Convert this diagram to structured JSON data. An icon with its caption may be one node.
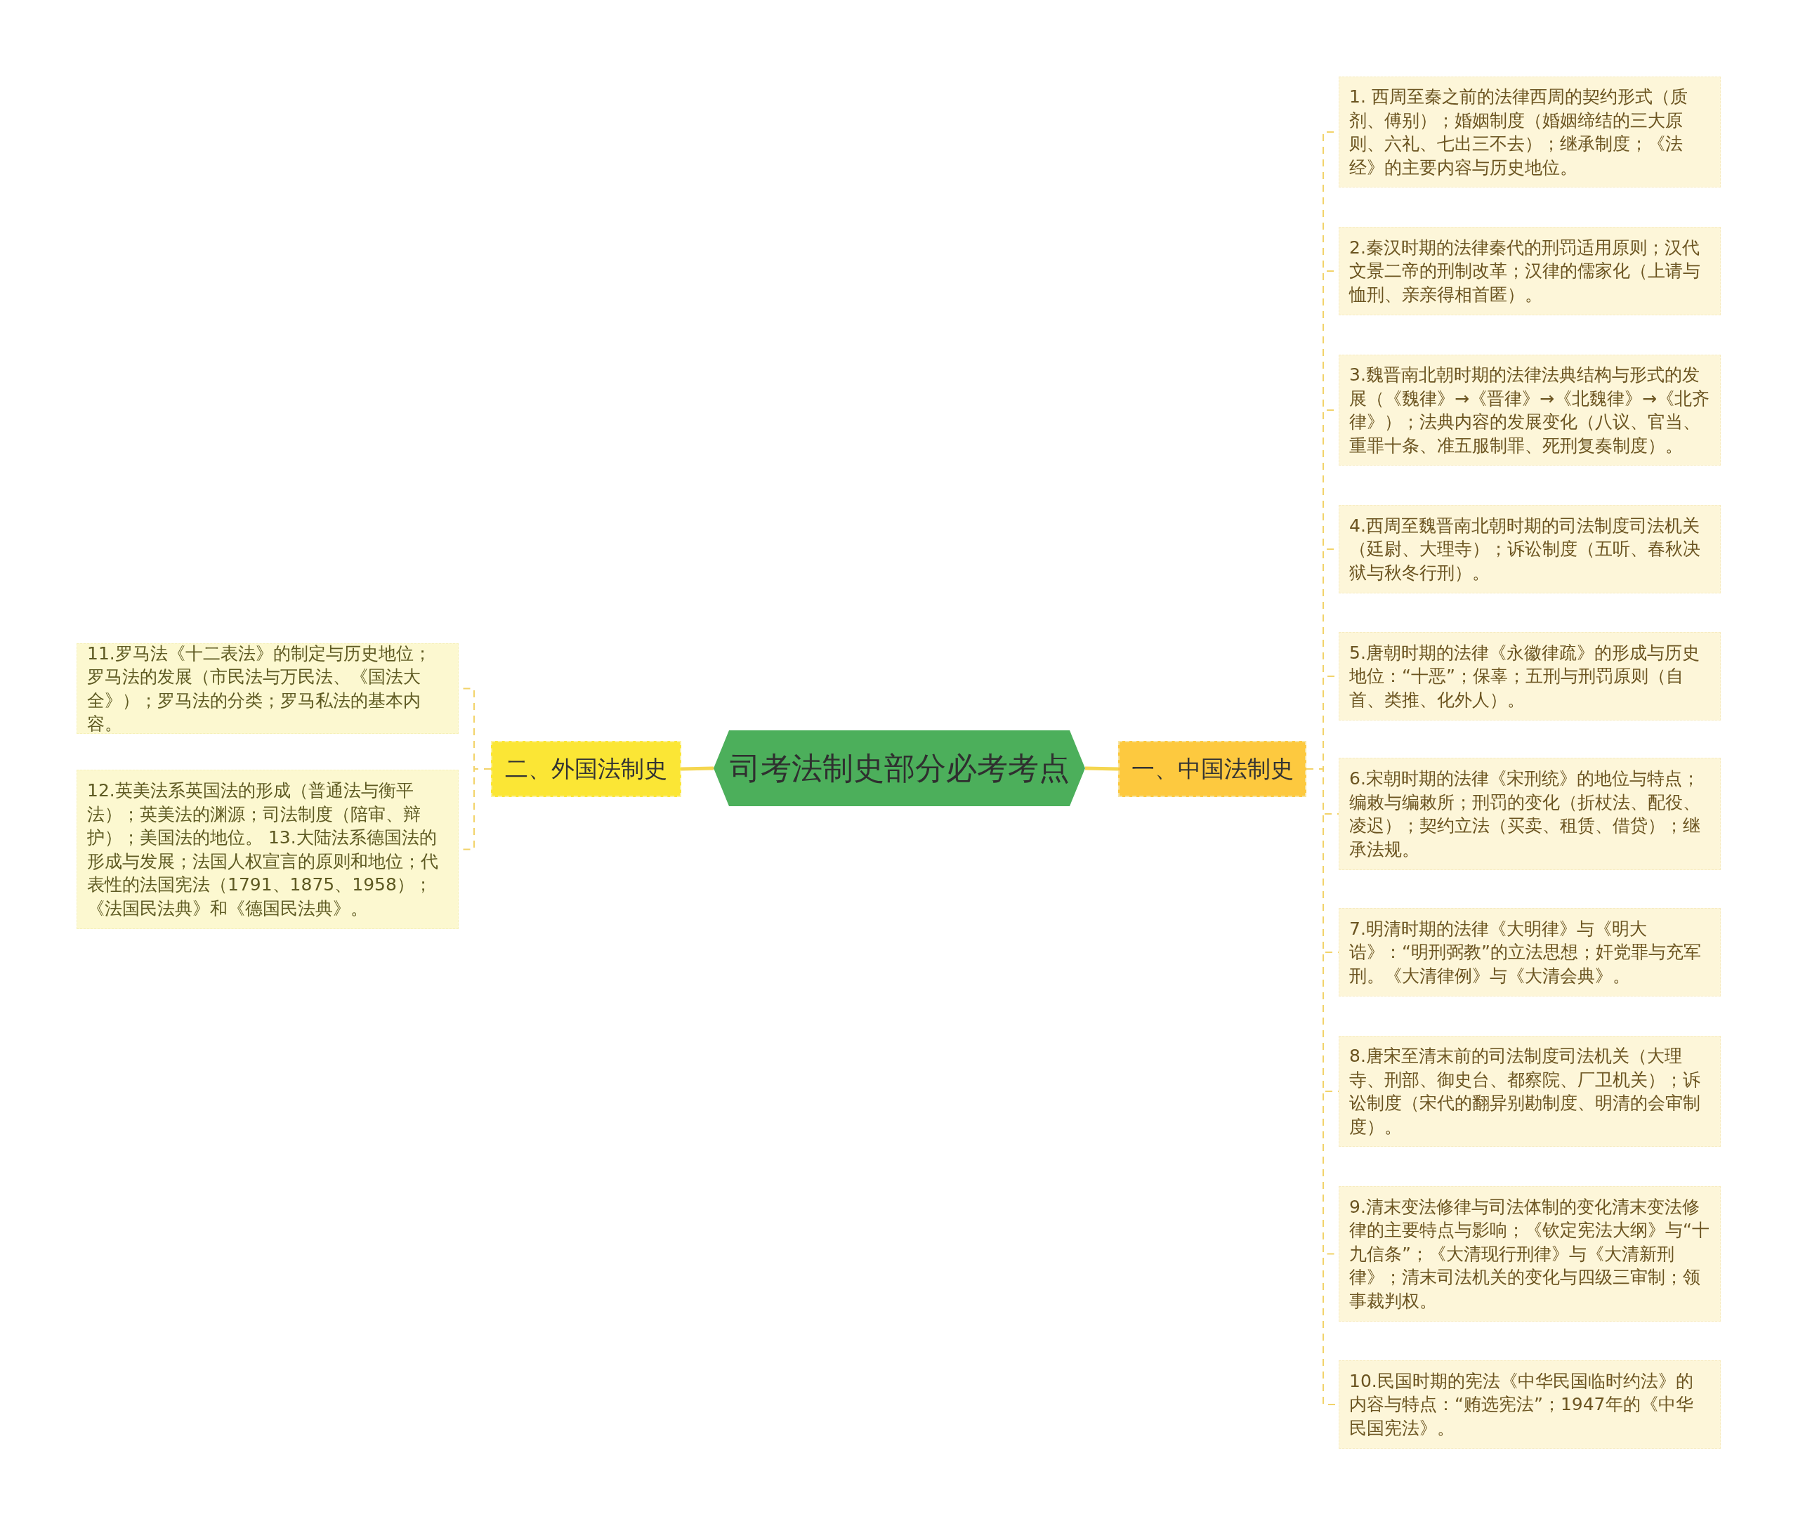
{
  "diagram": {
    "nodes": [
      {
        "text": [
          "司考法制史部分必考考点"
        ]
      },
      {
        "text": [
          "一、中国法制史"
        ]
      },
      {
        "text": [
          "二、外国法制史"
        ]
      },
      {
        "text": [
          "1. 西周至秦之前的法律西周的契约形式（质剂、傅别）；婚姻制度（婚姻缔结的三大原则、六礼、七出三不去）；继承制度；《法经》的主要内容与历史地位。"
        ]
      },
      {
        "text": [
          "2.秦汉时期的法律秦代的刑罚适用原则；汉代文景二帝的刑制改革；汉律的儒家化（上请与恤刑、亲亲得相首匿）。"
        ]
      },
      {
        "text": [
          "3.魏晋南北朝时期的法律法典结构与形式的发展（《魏律》→《晋律》→《北魏律》→《北齐律》）；法典内容的发展变化（八议、官当、重罪十条、准五服制罪、死刑复奏制度）。"
        ]
      },
      {
        "text": [
          "4.西周至魏晋南北朝时期的司法制度司法机关（廷尉、大理寺）；诉讼制度（五听、春秋决狱与秋冬行刑）。"
        ]
      },
      {
        "text": [
          "5.唐朝时期的法律《永徽律疏》的形成与历史地位：“十恶”；保辜；五刑与刑罚原则（自首、类推、化外人）。"
        ]
      },
      {
        "text": [
          "6.宋朝时期的法律《宋刑统》的地位与特点；编敕与编敕所；刑罚的变化（折杖法、配役、凌迟）；契约立法（买卖、租赁、借贷）；继承法规。"
        ]
      },
      {
        "text": [
          "7.明清时期的法律《大明律》与《明大诰》：“明刑弼教”的立法思想；奸党罪与充军刑。《大清律例》与《大清会典》。"
        ]
      },
      {
        "text": [
          "8.唐宋至清末前的司法制度司法机关（大理寺、刑部、御史台、都察院、厂卫机关）；诉讼制度（宋代的翻异别勘制度、明清的会审制度）。"
        ]
      },
      {
        "text": [
          "9.清末变法修律与司法体制的变化清末变法修律的主要特点与影响；《钦定宪法大纲》与“十九信条”；《大清现行刑律》与《大清新刑律》；清末司法机关的变化与四级三审制；领事裁判权。"
        ]
      },
      {
        "text": [
          "10.民国时期的宪法《中华民国临时约法》的内容与特点：“贿选宪法”；1947年的《中华民国宪法》。"
        ]
      },
      {
        "text": [
          "11.罗马法《十二表法》的制定与历史地位；罗马法的发展（市民法与万民法、《国法大全》）；罗马法的分类；罗马私法的基本内容。"
        ]
      },
      {
        "text": [
          "12.英美法系英国法的形成（普通法与衡平法）；英美法的渊源；司法制度（陪审、辩护）；美国法的地位。 13.大陆法系德国法的形成与发展；法国人权宣言的原则和地位；代表性的法国宪法（1791、1875、1958）；《法国民法典》和《德国民法典》。"
        ]
      }
    ],
    "edges": [
      {
        "from": 0,
        "to": 1,
        "arrow": "none"
      },
      {
        "from": 0,
        "to": 2,
        "arrow": "none"
      },
      {
        "from": 1,
        "to": 3,
        "arrow": "none",
        "style": "dashed"
      },
      {
        "from": 1,
        "to": 4,
        "arrow": "none",
        "style": "dashed"
      },
      {
        "from": 1,
        "to": 5,
        "arrow": "none",
        "style": "dashed"
      },
      {
        "from": 1,
        "to": 6,
        "arrow": "none",
        "style": "dashed"
      },
      {
        "from": 1,
        "to": 7,
        "arrow": "none",
        "style": "dashed"
      },
      {
        "from": 1,
        "to": 8,
        "arrow": "none",
        "style": "dashed"
      },
      {
        "from": 1,
        "to": 9,
        "arrow": "none",
        "style": "dashed"
      },
      {
        "from": 1,
        "to": 10,
        "arrow": "none",
        "style": "dashed"
      },
      {
        "from": 1,
        "to": 11,
        "arrow": "none",
        "style": "dashed"
      },
      {
        "from": 1,
        "to": 12,
        "arrow": "none",
        "style": "dashed"
      },
      {
        "from": 2,
        "to": 13,
        "arrow": "none",
        "style": "dashed"
      },
      {
        "from": 2,
        "to": 14,
        "arrow": "none",
        "style": "dashed"
      }
    ]
  }
}
